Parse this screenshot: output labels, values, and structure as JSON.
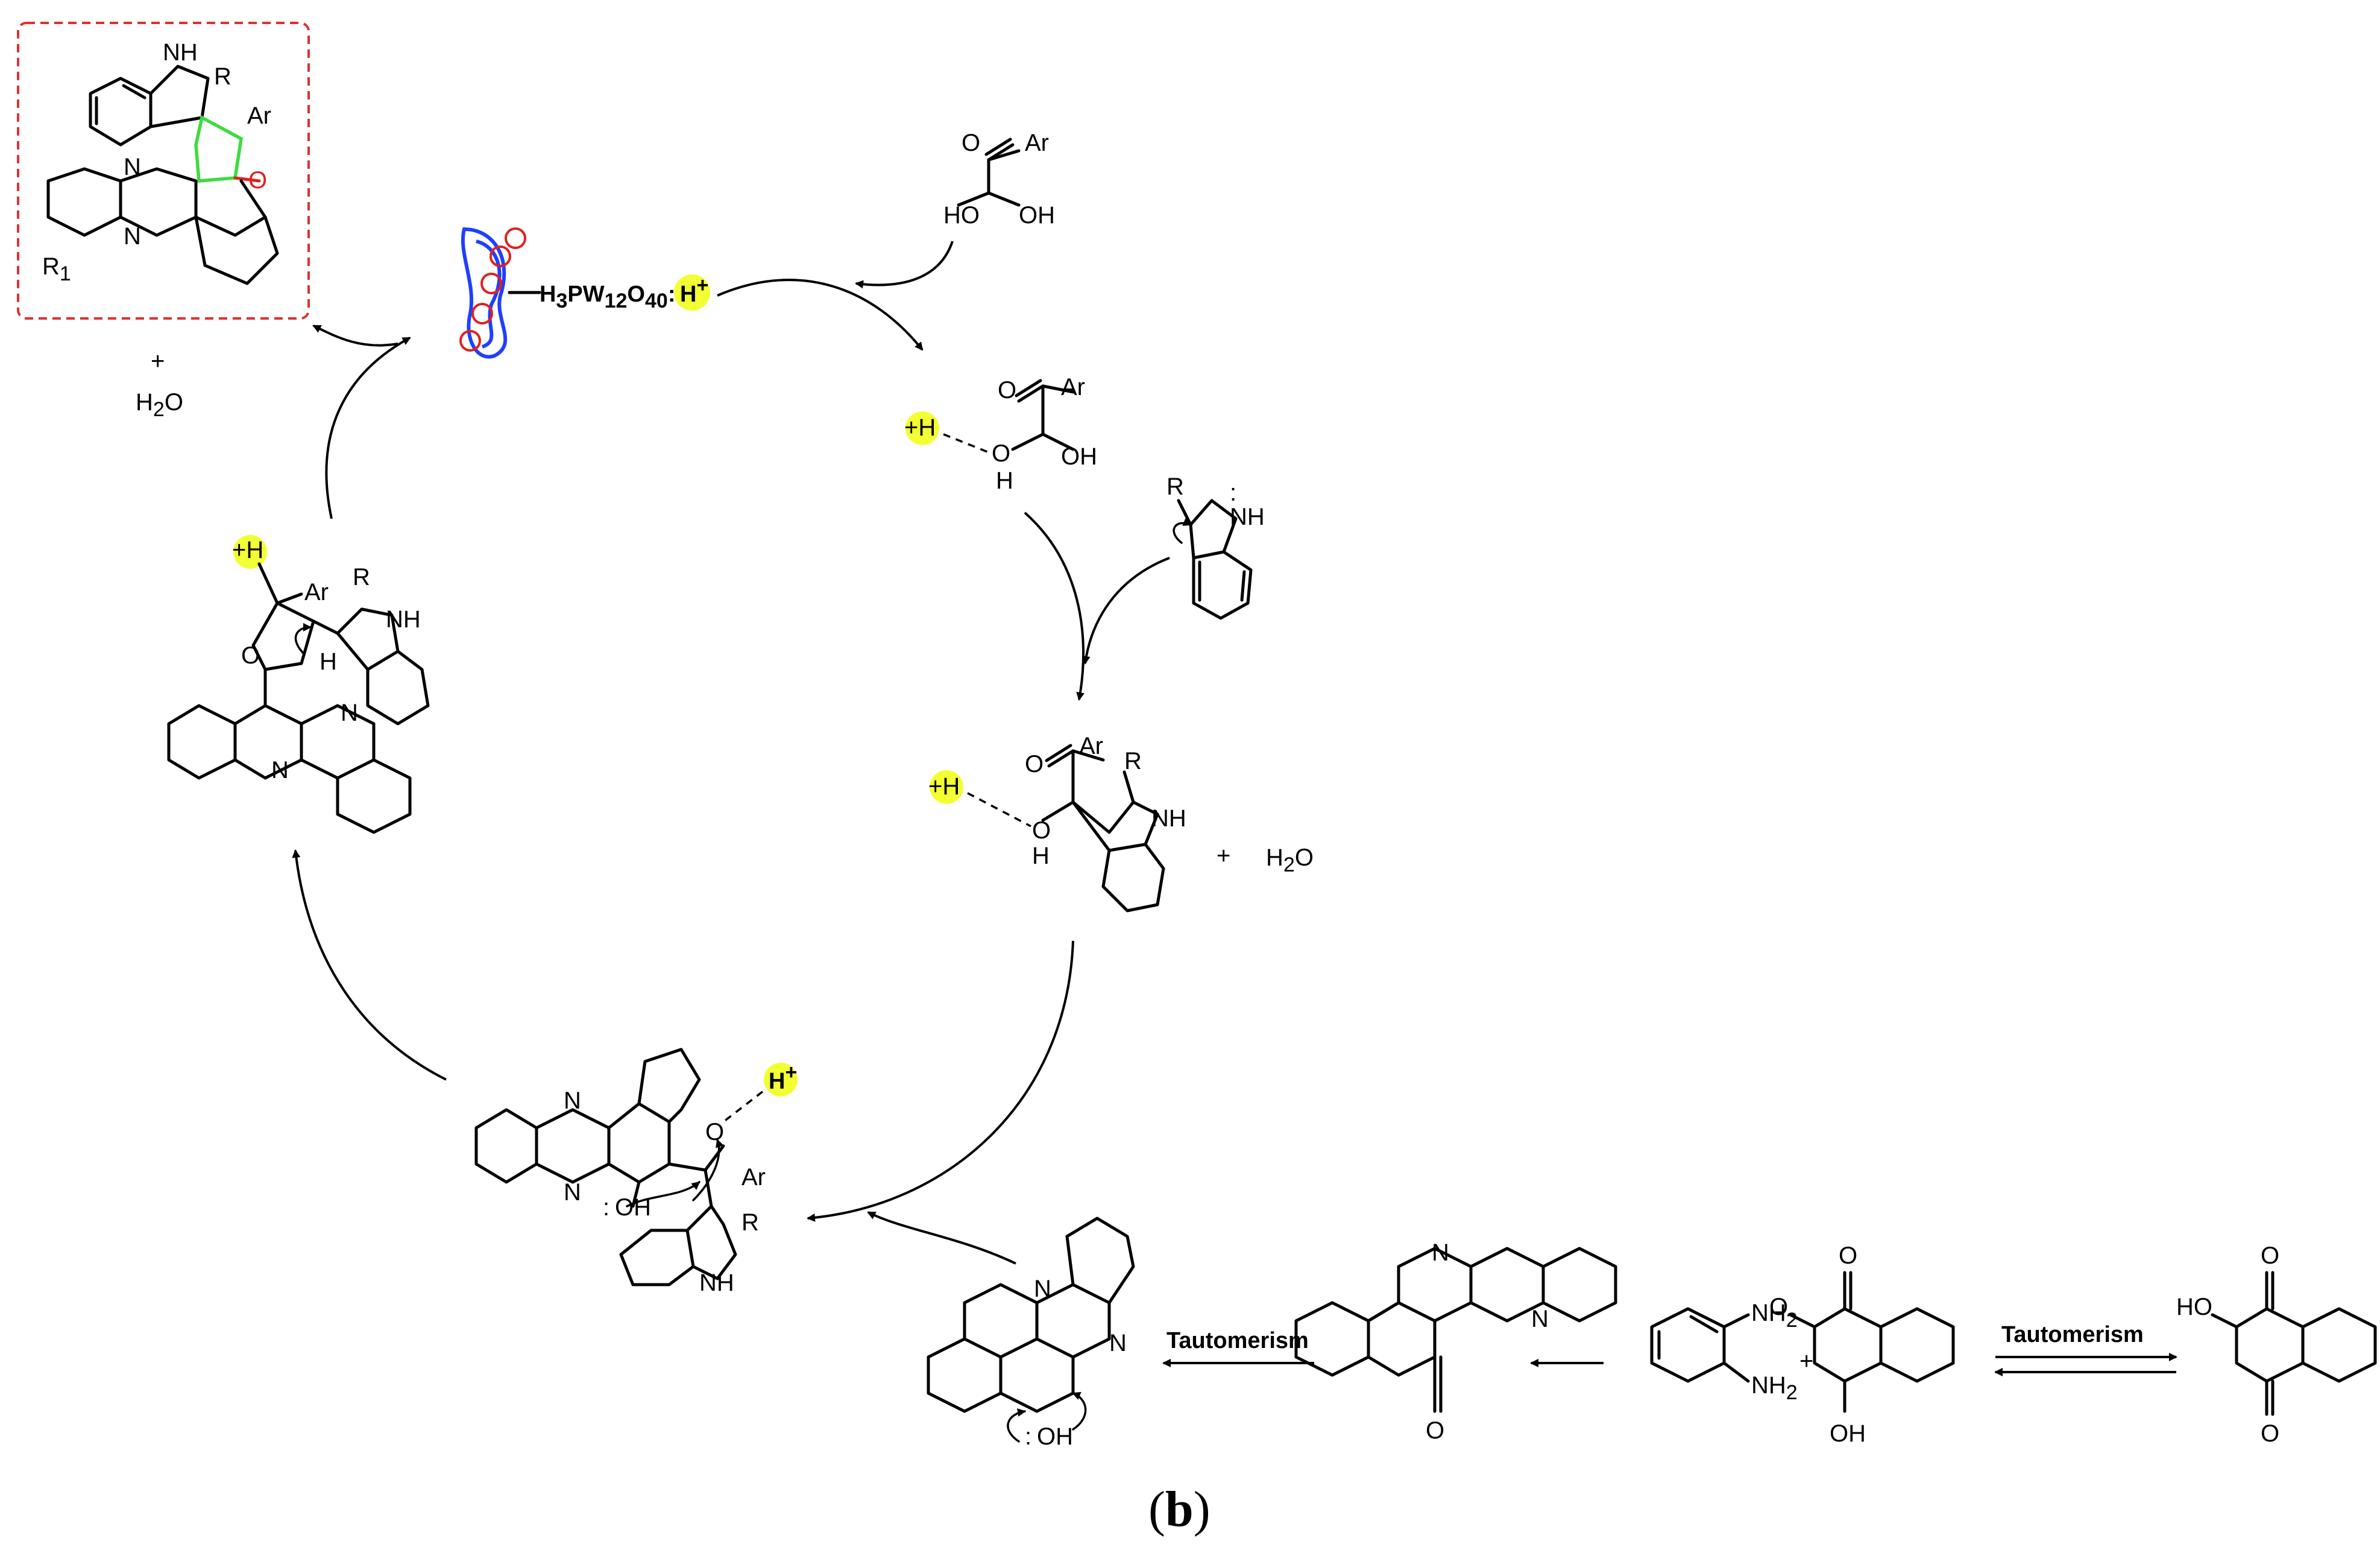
{
  "panel_label_open": "(",
  "panel_label_letter": "b",
  "panel_label_close": ")",
  "catalyst": {
    "formula_h": "H",
    "formula_h_sub": "3",
    "formula_pw": "PW",
    "formula_pw_sub": "12",
    "formula_o": "O",
    "formula_o_sub": "40",
    "formula_colon": ":",
    "proton": "H",
    "proton_charge": "+"
  },
  "atoms": {
    "nh": "NH",
    "n": "N",
    "h": "H",
    "o": "O",
    "oh": "OH",
    "ho": "HO",
    "r": "R",
    "ar": "Ar",
    "nh2": "NH",
    "nh2_sub": "2",
    "r1": "R",
    "r1_sub": "1",
    "plus_h": "+H",
    "lone_pair": ":",
    "h2o": "H",
    "h2o_sub": "2",
    "h2o_o": "O"
  },
  "plus_sign": "+",
  "tautomerism_label": "Tautomerism",
  "colors": {
    "highlight": "#f2ff33",
    "furan_green": "#3ddc3d",
    "oxygen_red": "#e02020",
    "catalyst_blue": "#1f3fff",
    "box_red": "#e03030"
  }
}
